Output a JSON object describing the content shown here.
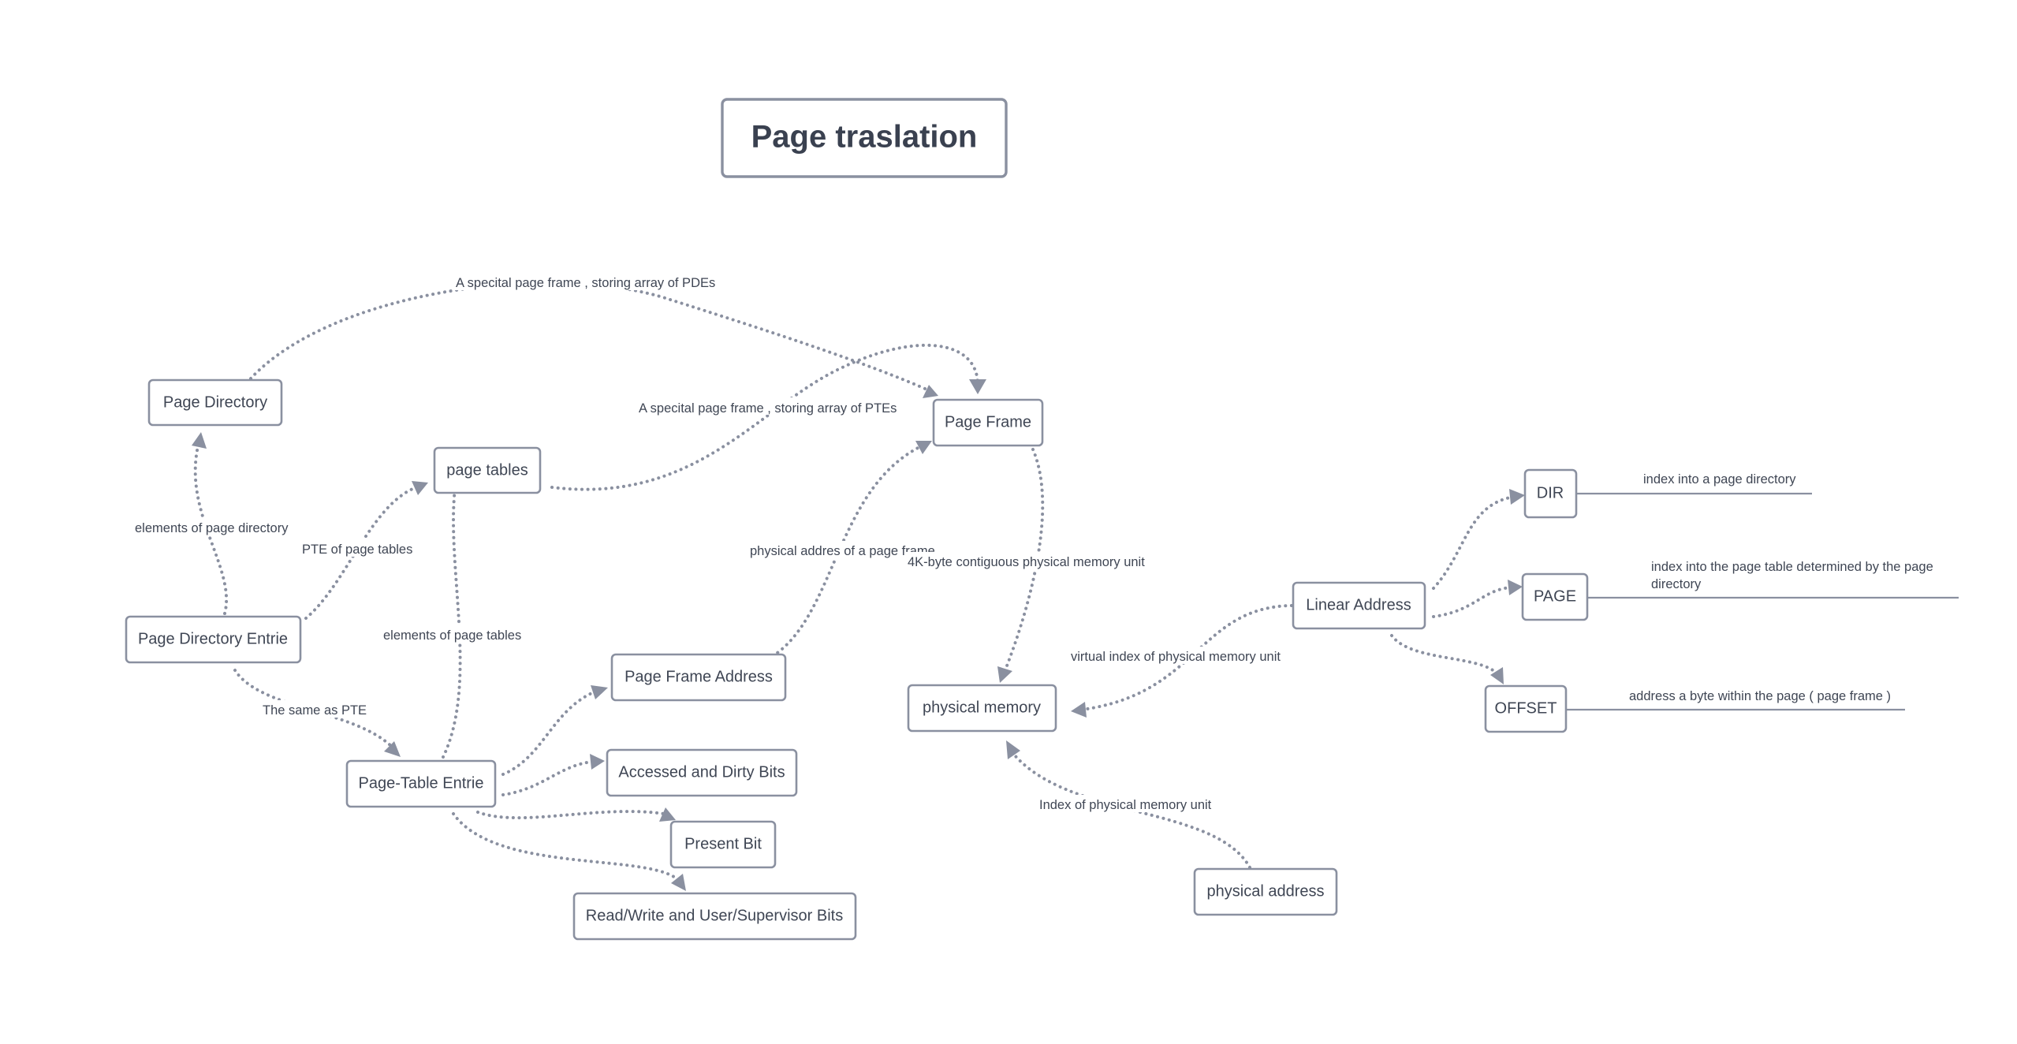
{
  "diagram": {
    "title": "Page traslation",
    "nodes": {
      "page_directory": "Page Directory",
      "page_tables": "page tables",
      "page_frame": "Page Frame",
      "page_directory_entrie": "Page Directory Entrie",
      "page_table_entrie": "Page-Table Entrie",
      "page_frame_address": "Page Frame Address",
      "accessed_dirty_bits": "Accessed and Dirty Bits",
      "present_bit": "Present Bit",
      "rw_us_bits": "Read/Write and User/Supervisor Bits",
      "physical_memory": "physical memory",
      "physical_address": "physical address",
      "linear_address": "Linear Address",
      "dir": "DIR",
      "page": "PAGE",
      "offset": "OFFSET"
    },
    "edge_labels": {
      "pd_to_pf": "A specital page frame , storing array of PDEs",
      "pt_to_pf": "A specital page frame , storing array of PTEs",
      "pde_to_pd": "elements of page directory",
      "pde_to_pt": "PTE of page tables",
      "pte_to_pt": "elements of page tables",
      "pde_to_pte": "The same as PTE",
      "pfa_to_pf": "physical addres of a page frame",
      "pf_to_pm": "4K-byte contiguous  physical memory unit",
      "la_to_pm": "virtual index of physical memory unit",
      "pa_to_pm": "Index of physical memory unit"
    },
    "notes": {
      "dir": "index into a page directory",
      "page_line1": "index into the page table determined by the page",
      "page_line2": "directory",
      "offset": "address a byte within the page ( page frame )"
    }
  }
}
